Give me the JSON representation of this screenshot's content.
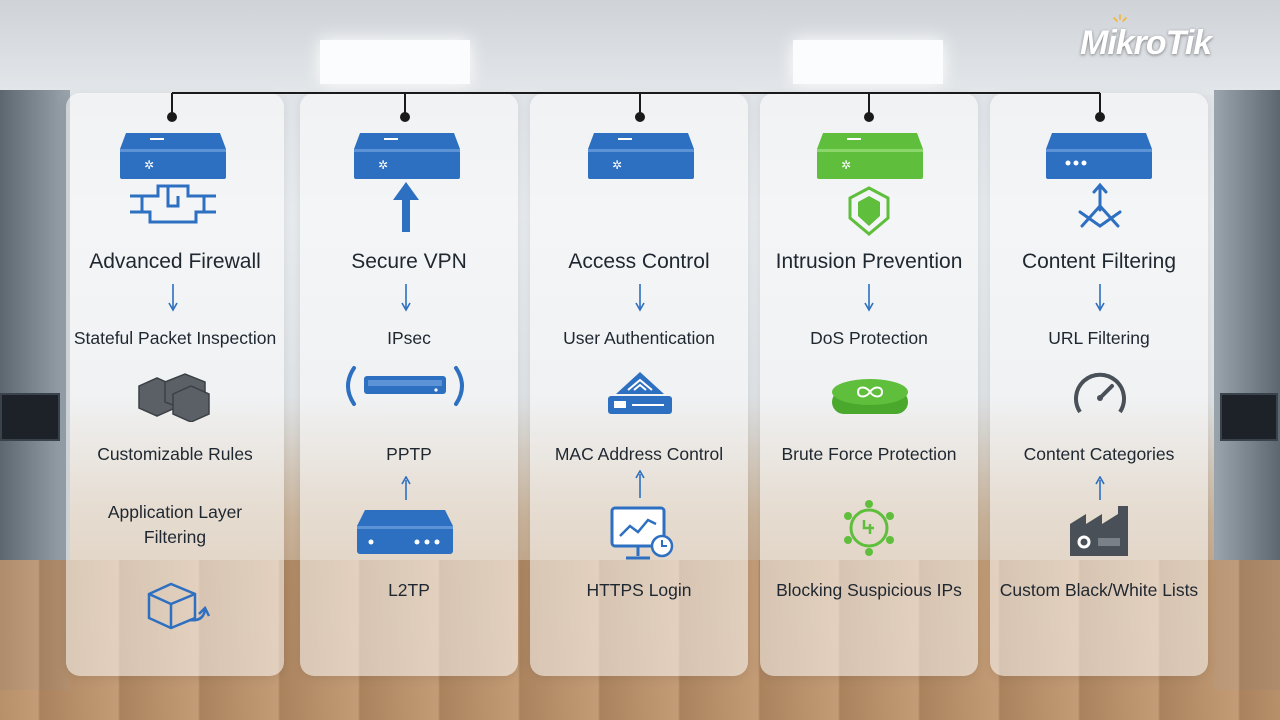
{
  "brand": {
    "logo_text": "MikroTik"
  },
  "colors": {
    "blue": "#2d6fc0",
    "green": "#5fbf3c",
    "text": "#1f2730"
  },
  "columns": [
    {
      "title": "Advanced Firewall",
      "device_color": "#2d6fc0",
      "features": [
        "Stateful Packet Inspection",
        "Customizable Rules",
        "Application Layer Filtering"
      ],
      "icons": [
        "circuit-icon",
        "cubes-icon",
        "box-arrow-icon"
      ]
    },
    {
      "title": "Secure VPN",
      "device_color": "#2d6fc0",
      "features": [
        "IPsec",
        "PPTP",
        "L2TP"
      ],
      "icons": [
        "up-arrow-icon",
        "vpn-tunnel-icon",
        "modem-icon"
      ]
    },
    {
      "title": "Access Control",
      "device_color": "#2d6fc0",
      "features": [
        "User Authentication",
        "MAC Address Control",
        "HTTPS Login"
      ],
      "icons": [
        "access-device-icon",
        "monitor-clock-icon"
      ]
    },
    {
      "title": "Intrusion Prevention",
      "device_color": "#5fbf3c",
      "features": [
        "DoS Protection",
        "Brute Force Protection",
        "Blocking Suspicious IPs"
      ],
      "icons": [
        "shield-icon",
        "infinity-device-icon",
        "network-gear-icon"
      ]
    },
    {
      "title": "Content Filtering",
      "device_color": "#2d6fc0",
      "features": [
        "URL Filtering",
        "Content Categories",
        "Custom Black/White Lists"
      ],
      "icons": [
        "network-star-icon",
        "gauge-icon",
        "factory-icon"
      ]
    }
  ]
}
